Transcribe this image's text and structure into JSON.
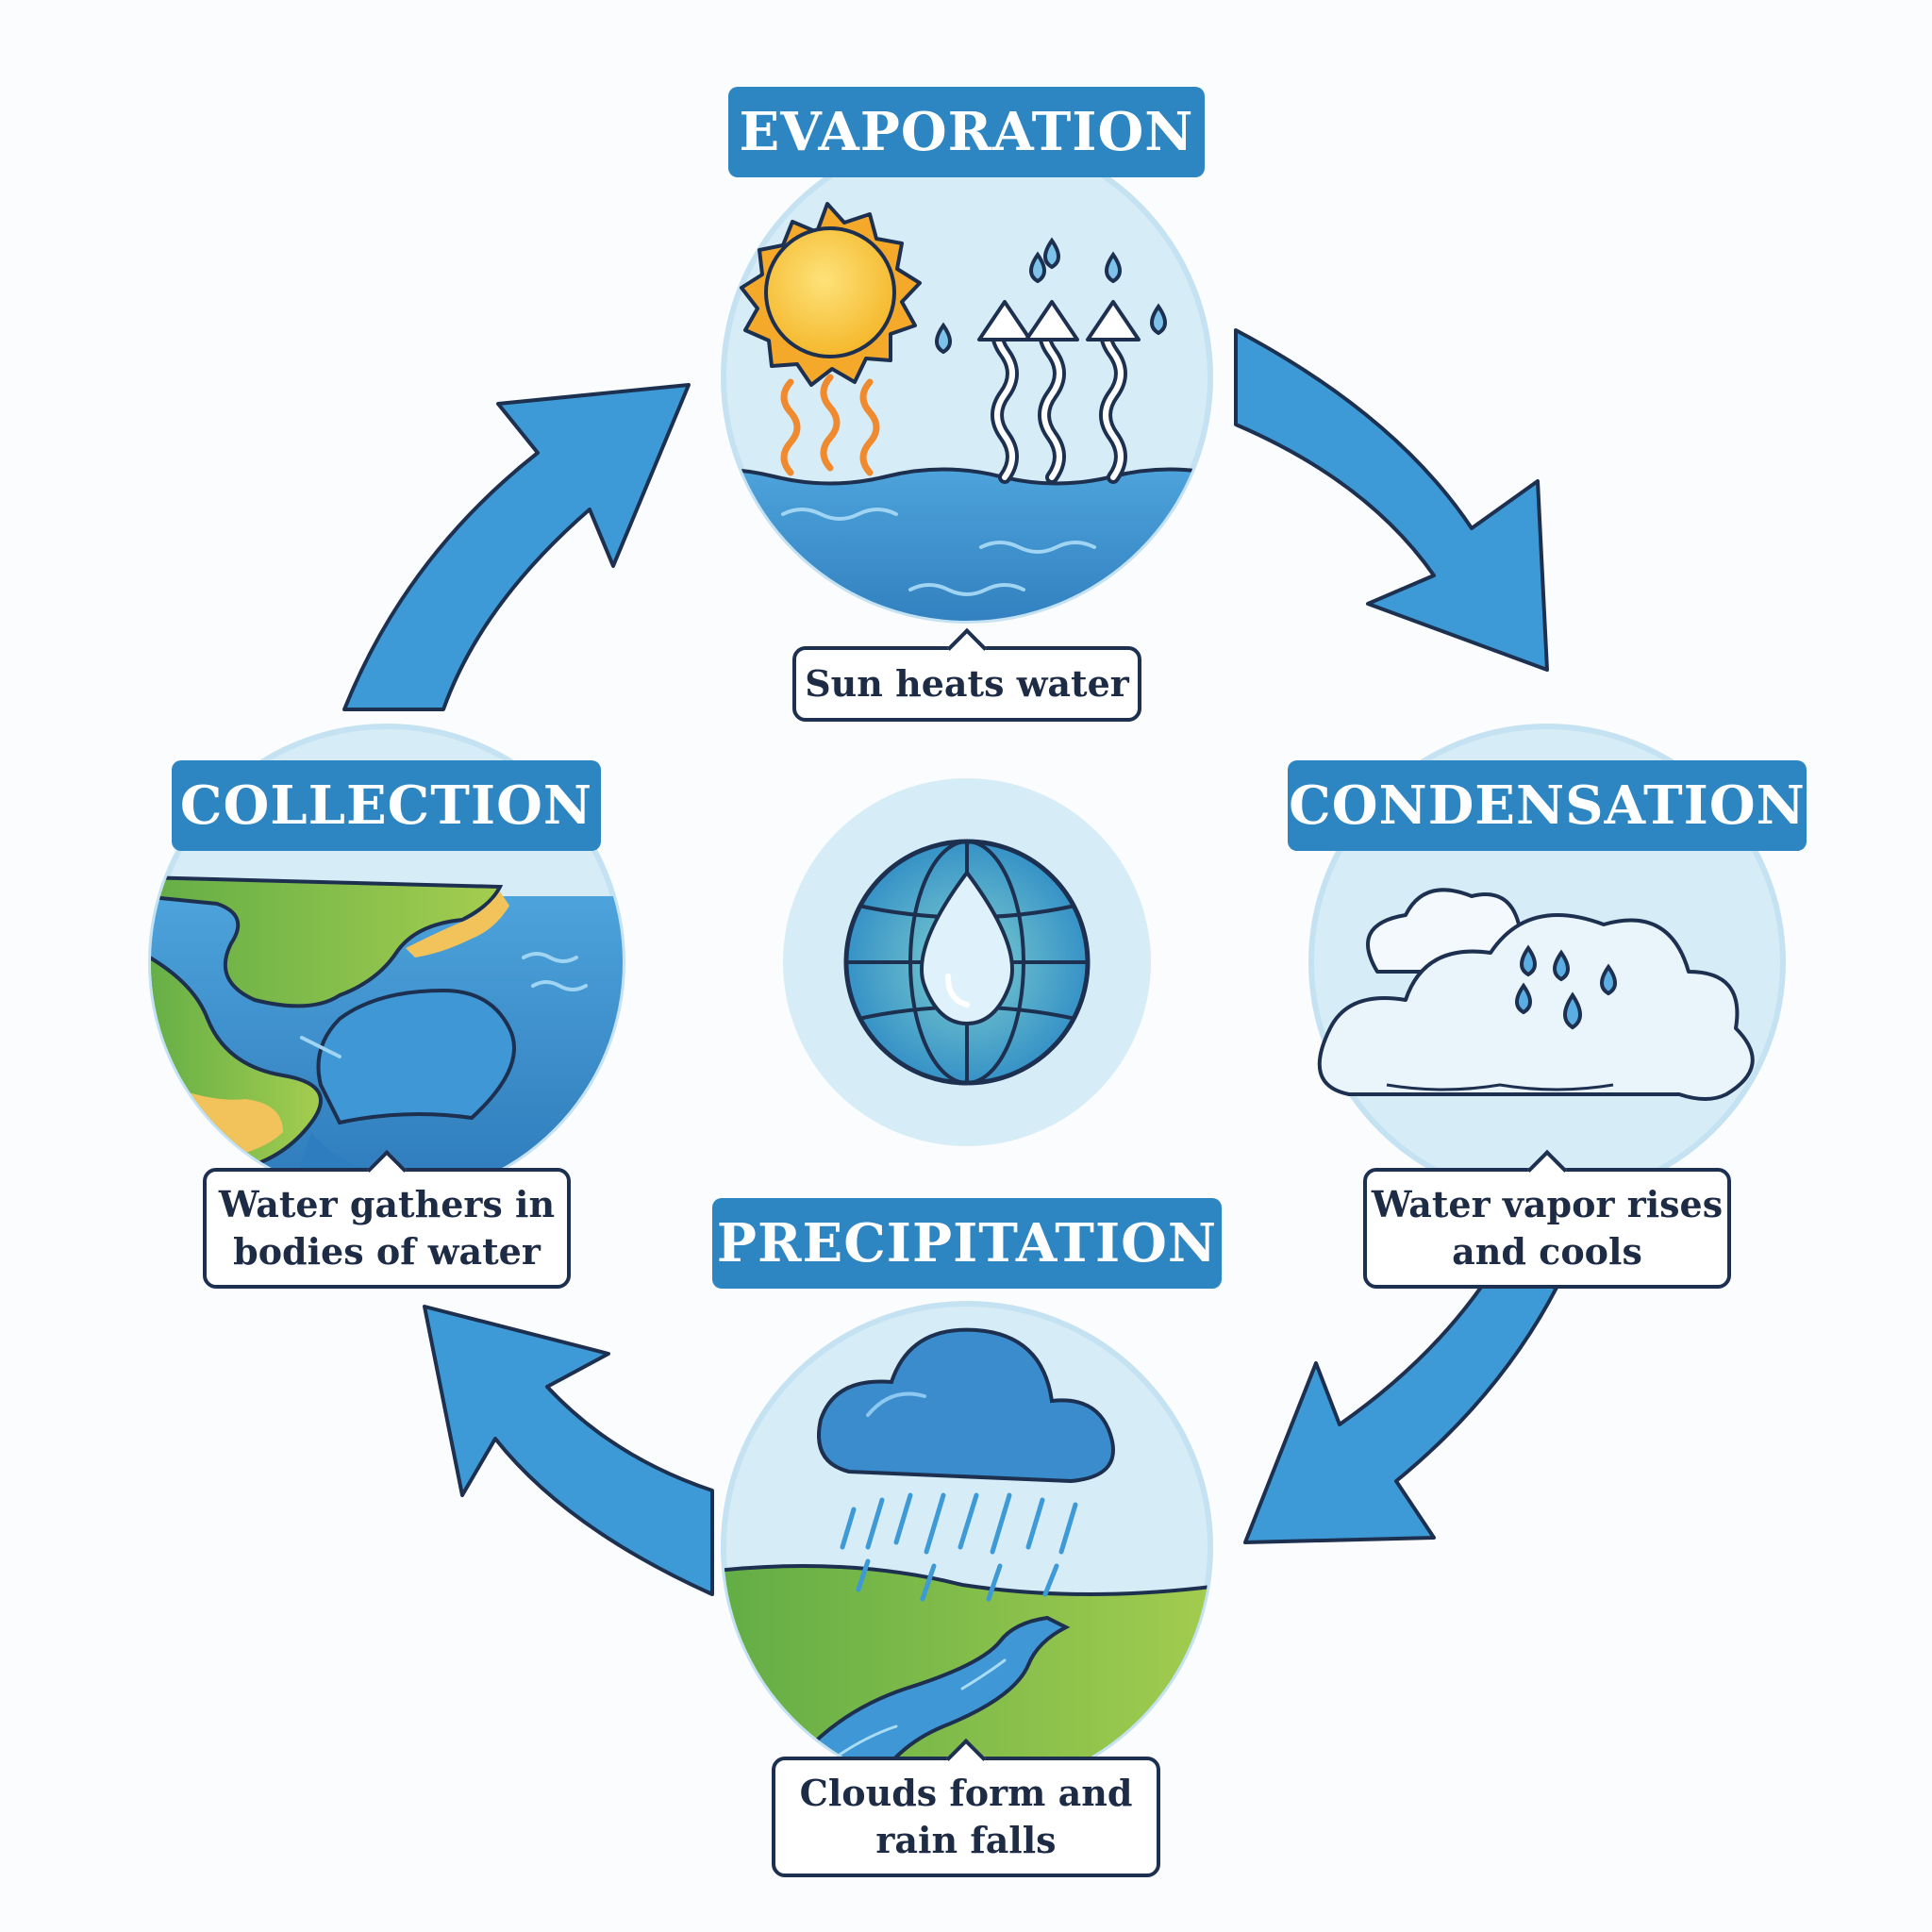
{
  "stages": {
    "evaporation": {
      "title": "EVAPORATION",
      "caption": "Sun heats water"
    },
    "condensation": {
      "title": "CONDENSATION",
      "caption_lines": [
        "Water vapor rises",
        "and cools"
      ]
    },
    "precipitation": {
      "title": "PRECIPITATION",
      "caption_lines": [
        "Clouds form and",
        "rain falls"
      ]
    },
    "collection": {
      "title": "COLLECTION",
      "caption_lines": [
        "Water gathers in",
        "bodies of water"
      ]
    }
  },
  "colors": {
    "title_bar": "#2d85c2",
    "arrow": "#3d9ad6",
    "outline": "#1d3050",
    "scene_sky": "#d6ecf7",
    "water": "#3a8ccc",
    "land": "#6fb54a",
    "sand": "#f2c25b",
    "sun": "#f7c43a"
  },
  "icons": [
    "sun-icon",
    "heat-waves-icon",
    "rising-vapor-icon",
    "cloud-icon",
    "rain-icon",
    "river-icon",
    "globe-water-drop-icon"
  ]
}
